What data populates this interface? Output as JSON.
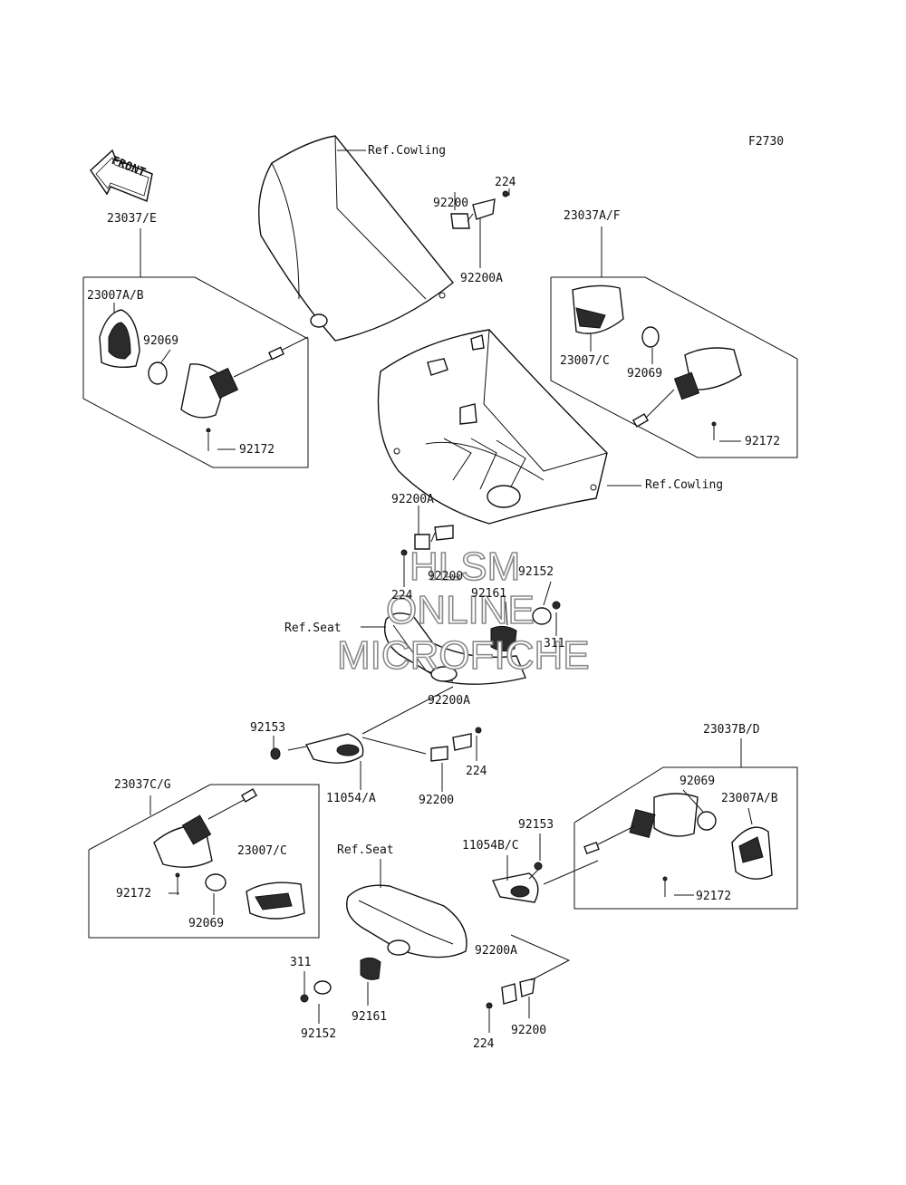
{
  "figure_code": "F2730",
  "front_arrow": {
    "label": "FRONT"
  },
  "watermark": {
    "line1": "HLSM",
    "line2": "ONLINE",
    "line3": "MICROFICHE"
  },
  "labels": {
    "ref_cowling_top": "Ref.Cowling",
    "ref_cowling_mid": "Ref.Cowling",
    "ref_seat_mid": "Ref.Seat",
    "ref_seat_low": "Ref.Seat",
    "p224_top": "224",
    "p92200_top": "92200",
    "p92200A_top": "92200A",
    "p23037E": "23037/E",
    "p23007AB_left": "23007A/B",
    "p92069_left": "92069",
    "p92172_left": "92172",
    "p23037AF": "23037A/F",
    "p23007C_right": "23007/C",
    "p92069_right": "92069",
    "p92172_right": "92172",
    "p92200A_mid": "92200A",
    "p92200_mid": "92200",
    "p224_mid": "224",
    "p92161_mid": "92161",
    "p92152_mid": "92152",
    "p311_mid": "311",
    "p92200A_center": "92200A",
    "p92153_left": "92153",
    "p224_center": "224",
    "p11054A": "11054/A",
    "p92200_center": "92200",
    "p23037CG": "23037C/G",
    "p23007C_low": "23007/C",
    "p92172_low": "92172",
    "p92069_low": "92069",
    "p23037BD": "23037B/D",
    "p92069_lowright": "92069",
    "p23007AB_lowright": "23007A/B",
    "p92172_lowright": "92172",
    "p92153_right": "92153",
    "p11054BC": "11054B/C",
    "p311_low": "311",
    "p92152_low": "92152",
    "p92161_low": "92161",
    "p92200A_low": "92200A",
    "p92200_low": "92200",
    "p224_low": "224"
  }
}
